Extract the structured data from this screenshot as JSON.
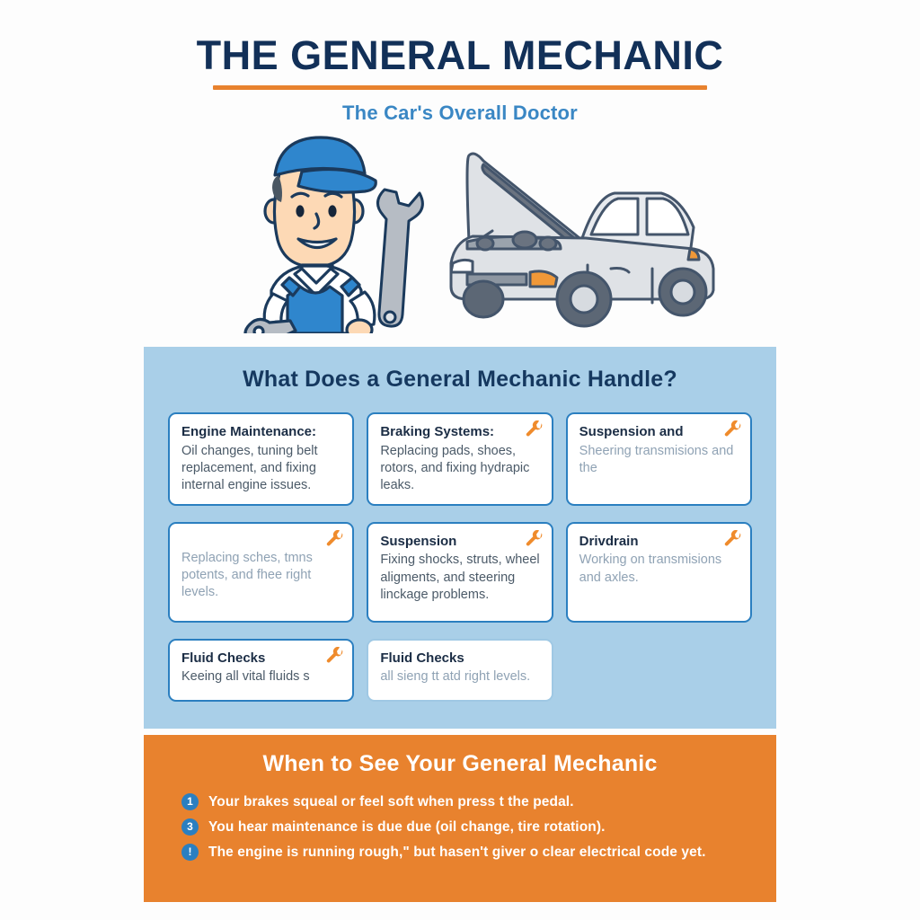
{
  "header": {
    "title": "THE GENERAL MECHANIC",
    "subtitle": "The Car's Overall Doctor"
  },
  "illustration": {
    "mechanic_alt": "mechanic-illustration",
    "car_alt": "car-with-open-hood-illustration"
  },
  "colors": {
    "navy": "#123058",
    "orange": "#e8822e",
    "blue_panel": "#a9cfe8",
    "card_border": "#2b7fc0",
    "accent_blue": "#3a87c4",
    "white": "#ffffff"
  },
  "services_section": {
    "heading": "What Does a General Mechanic Handle?",
    "cards": [
      {
        "title": "Engine Maintenance:",
        "body": "Oil changes, tuning belt replacement, and fixing internal engine issues.",
        "has_wrench": false,
        "faded": false
      },
      {
        "title": "Braking Systems:",
        "body": "Replacing pads, shoes, rotors, and fixing hydrapic leaks.",
        "has_wrench": true,
        "faded": false
      },
      {
        "title": "Suspension and",
        "body": "Sheering transmisions and the",
        "has_wrench": true,
        "faded": true
      },
      {
        "title": "",
        "body": "Replacing sches, tmns potents, and fhee right levels.",
        "has_wrench": true,
        "faded": true
      },
      {
        "title": "Suspension",
        "body": "Fixing shocks, struts, wheel aligments, and steering linckage problems.",
        "has_wrench": true,
        "faded": false
      },
      {
        "title": "Drivdrain",
        "body": "Working on transmisions and axles.",
        "has_wrench": true,
        "faded": false
      },
      {
        "title": "Fluid Checks",
        "body": "Keeing all vital fluids s",
        "has_wrench": true,
        "faded": false
      },
      {
        "title": "Fluid Checks",
        "body": "all sieng tt atd right levels.",
        "has_wrench": false,
        "faded": true
      }
    ]
  },
  "when_section": {
    "heading": "When to See Your General Mechanic",
    "items": [
      {
        "badge": "1",
        "text": "Your brakes squeal or feel soft when press t the pedal."
      },
      {
        "badge": "3",
        "text": "You hear maintenance is due due (oil change, tire rotation)."
      },
      {
        "badge": "!",
        "text": "The engine is running rough,\" but hasen't giver o clear electrical code yet."
      }
    ]
  }
}
